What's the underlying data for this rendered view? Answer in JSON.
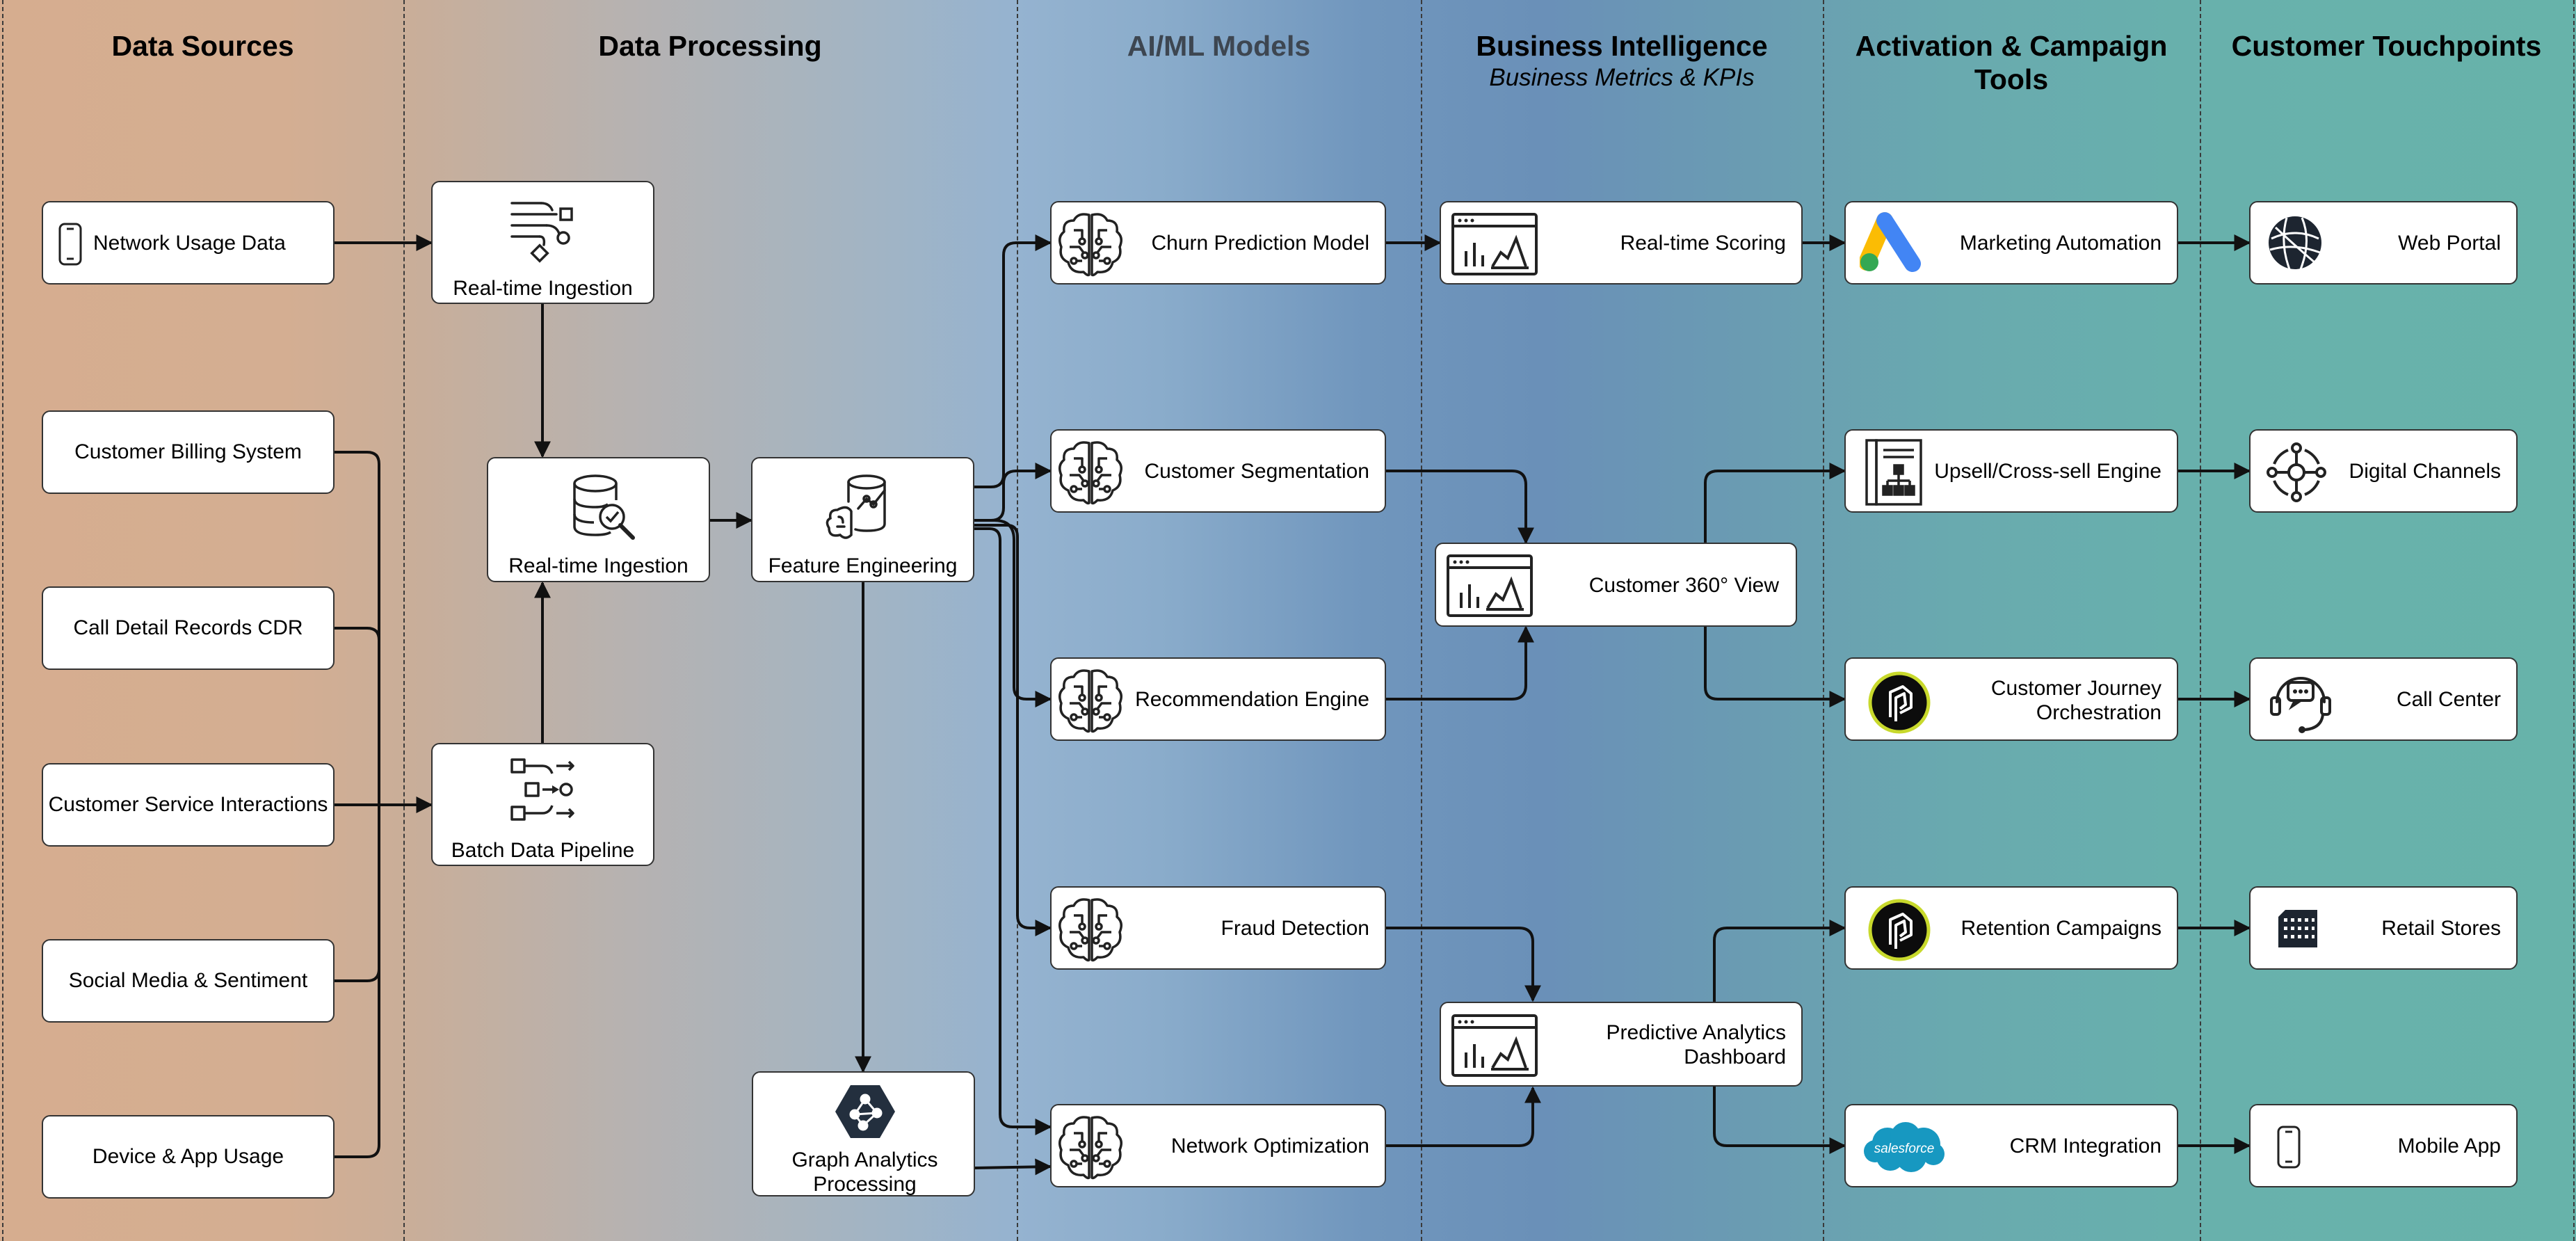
{
  "lanes": [
    {
      "title": "Data Sources"
    },
    {
      "title": "Data Processing"
    },
    {
      "title": "AI/ML Models"
    },
    {
      "title": "Business Intelligence",
      "subtitle": "Business Metrics & KPIs"
    },
    {
      "title": "Activation & Campaign Tools"
    },
    {
      "title": "Customer Touchpoints"
    }
  ],
  "sources": [
    {
      "label": "Network Usage Data",
      "icon": "smartphone-icon"
    },
    {
      "label": "Customer Billing System"
    },
    {
      "label": "Call Detail Records CDR"
    },
    {
      "label": "Customer Service Interactions"
    },
    {
      "label": "Social Media & Sentiment"
    },
    {
      "label": "Device & App Usage"
    }
  ],
  "processing": [
    {
      "label": "Real-time Ingestion",
      "icon": "data-flow-icon"
    },
    {
      "label": "Real-time Ingestion",
      "icon": "database-search-icon"
    },
    {
      "label": "Batch Data Pipeline",
      "icon": "pipeline-icon"
    },
    {
      "label": "Feature Engineering",
      "icon": "feature-engineering-icon"
    },
    {
      "label": "Graph Analytics Processing",
      "icon": "graph-analytics-icon"
    }
  ],
  "models": [
    {
      "label": "Churn Prediction Model",
      "icon": "brain-circuit-icon"
    },
    {
      "label": "Customer Segmentation",
      "icon": "brain-circuit-icon"
    },
    {
      "label": "Recommendation Engine",
      "icon": "brain-circuit-icon"
    },
    {
      "label": "Fraud Detection",
      "icon": "brain-circuit-icon"
    },
    {
      "label": "Network Optimization",
      "icon": "brain-circuit-icon"
    }
  ],
  "bi": [
    {
      "label": "Real-time Scoring",
      "icon": "dashboard-icon"
    },
    {
      "label": "Customer 360° View",
      "icon": "dashboard-icon"
    },
    {
      "label": "Predictive Analytics Dashboard",
      "icon": "dashboard-icon"
    }
  ],
  "activation": [
    {
      "label": "Marketing Automation",
      "icon": "google-ads-icon"
    },
    {
      "label": "Upsell/Cross-sell Engine",
      "icon": "org-document-icon"
    },
    {
      "label": "Customer Journey Orchestration",
      "icon": "pendo-logo-icon"
    },
    {
      "label": "Retention Campaigns",
      "icon": "pendo-logo-icon"
    },
    {
      "label": "CRM Integration",
      "icon": "salesforce-logo-icon",
      "logo_text": "salesforce"
    }
  ],
  "touchpoints": [
    {
      "label": "Web Portal",
      "icon": "globe-icon"
    },
    {
      "label": "Digital Channels",
      "icon": "digital-channels-icon"
    },
    {
      "label": "Call Center",
      "icon": "headset-chat-icon"
    },
    {
      "label": "Retail Stores",
      "icon": "building-icon"
    },
    {
      "label": "Mobile App",
      "icon": "smartphone-icon"
    }
  ],
  "colors": {
    "source_lane": "#d6ad8f",
    "processing_lane_end": "#95b3d0",
    "models_lane": "#8aaccb",
    "bi_lane": "#6a90b8",
    "activation_lane": "#69aaaf",
    "touchpoints_lane": "#67b3aa",
    "connector": "#111111",
    "node_fill": "#ffffff"
  }
}
